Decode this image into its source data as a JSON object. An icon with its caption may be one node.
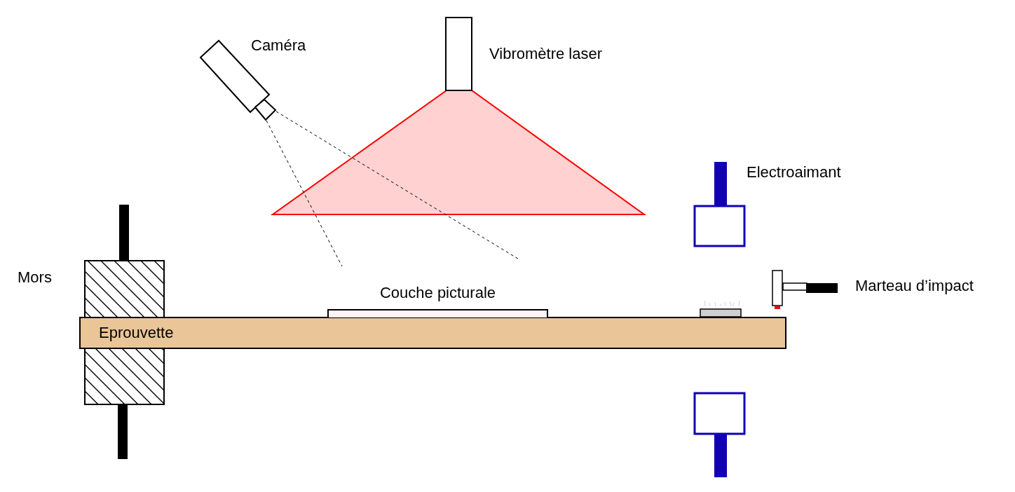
{
  "diagram": {
    "nodes": [
      {
        "text": [
          "Eprouvette"
        ]
      },
      {
        "text": [
          "Couche picturale"
        ]
      }
    ],
    "labels": [
      "Caméra",
      "Vibromètre laser",
      "Electroaimant",
      "Mors",
      "Marteau d’impact"
    ]
  }
}
